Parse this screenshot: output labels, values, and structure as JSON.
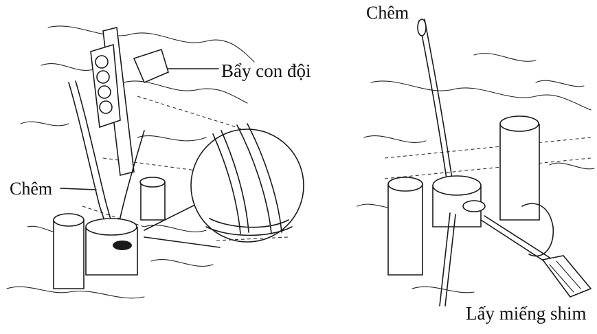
{
  "labels": {
    "bay_con_doi": "Bẩy con đội",
    "chem_left": "Chêm",
    "chem_right": "Chêm",
    "lay_mieng_shim": "Lấy miếng shim"
  },
  "colors": {
    "ink": "#1a1a1a",
    "background": "#ffffff"
  }
}
